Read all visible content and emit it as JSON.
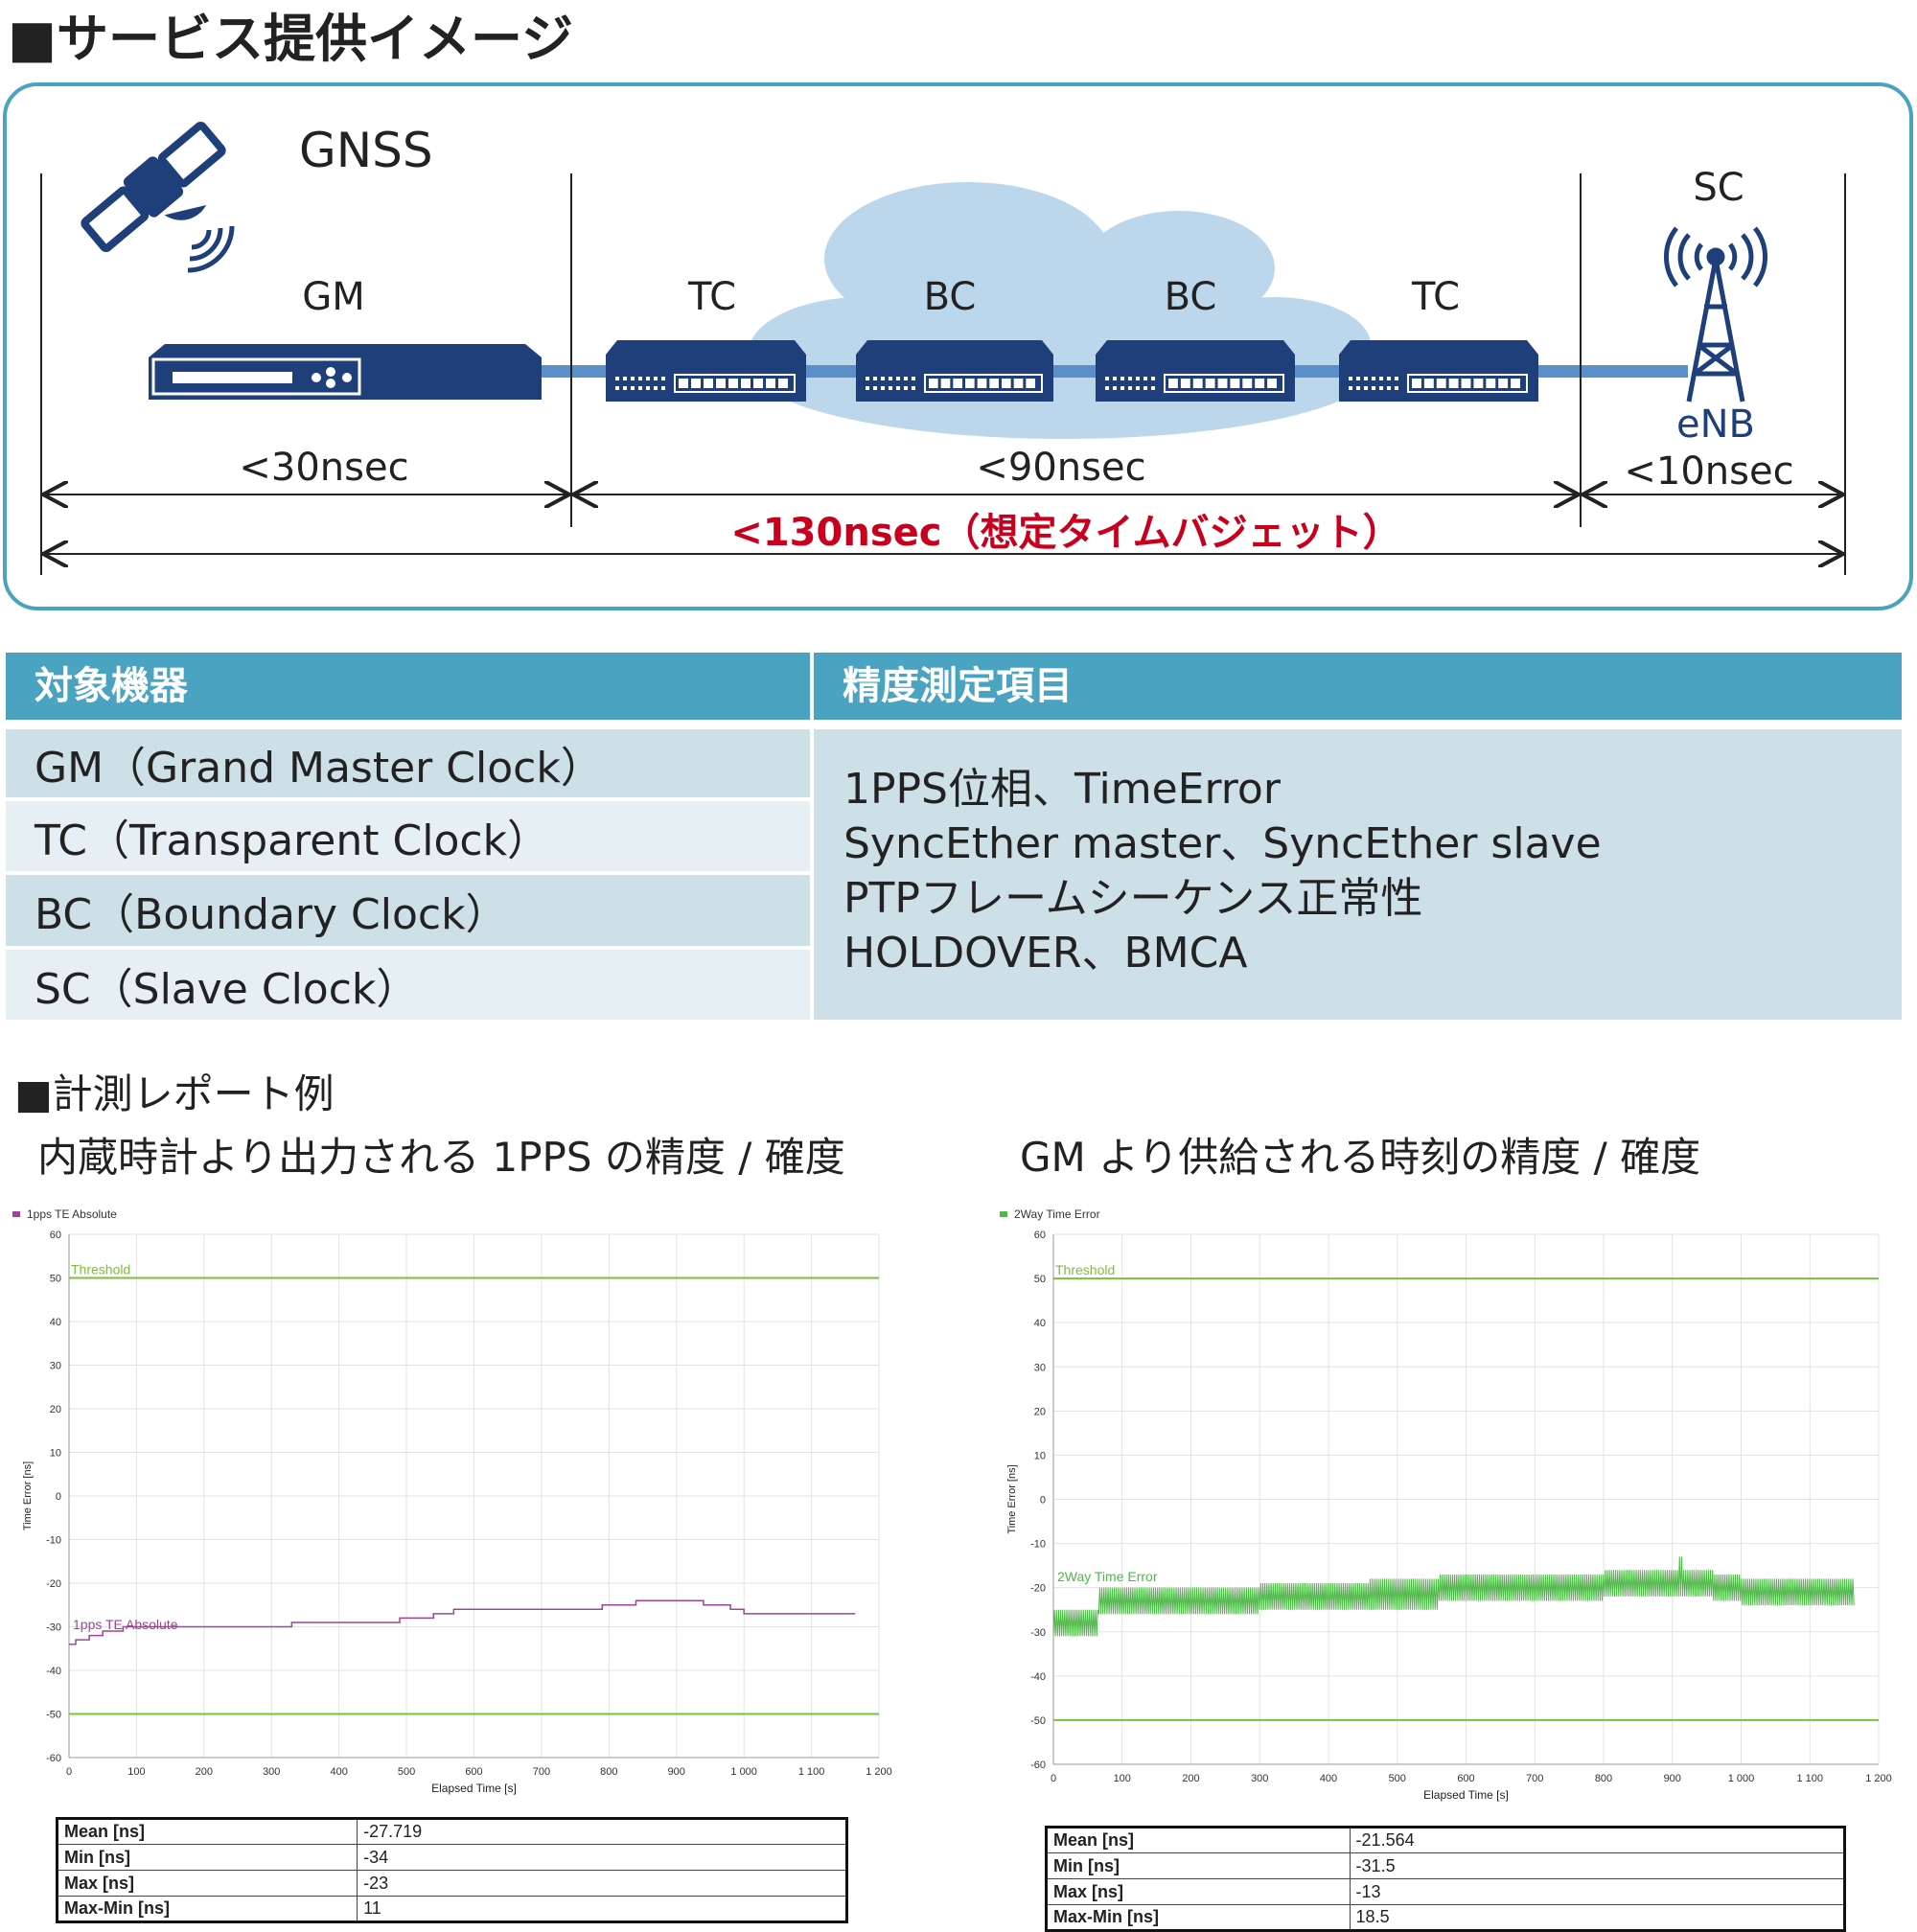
{
  "title": "■サービス提供イメージ",
  "diagram": {
    "gnss": "GNSS",
    "gm": "GM",
    "tc1": "TC",
    "bc1": "BC",
    "bc2": "BC",
    "tc2": "TC",
    "sc": "SC",
    "enb": "eNB",
    "seg1": "<30nsec",
    "seg2": "<90nsec",
    "seg3": "<10nsec",
    "total": "<130nsec（想定タイムバジェット）",
    "colors": {
      "frame": "#4aa3bf",
      "device": "#1f3f7a",
      "cloud": "#bcd6ec",
      "link": "#5b8fc9",
      "budget": "#c8001e"
    }
  },
  "table": {
    "headers": [
      "対象機器",
      "精度測定項目"
    ],
    "devices": [
      "GM（Grand Master Clock）",
      "TC（Transparent Clock）",
      "BC（Boundary Clock）",
      "SC（Slave Clock）"
    ],
    "items": [
      "1PPS位相、TimeError",
      "SyncEther master、SyncEther slave",
      "PTPフレームシーケンス正常性",
      "HOLDOVER、BMCA"
    ]
  },
  "report": {
    "heading": "■計測レポート例",
    "sub_left": "内蔵時計より出力される 1PPS の精度 / 確度",
    "sub_right": "GM より供給される時刻の精度 / 確度"
  },
  "chart_data": [
    {
      "type": "line",
      "legend": "1pps TE Absolute",
      "series_label": "1pps TE Absolute",
      "threshold_label": "Threshold",
      "xlabel": "Elapsed Time [s]",
      "ylabel": "Time Error [ns]",
      "xlim": [
        0,
        1200
      ],
      "ylim": [
        -60,
        60
      ],
      "xticks": [
        "0",
        "100",
        "200",
        "300",
        "400",
        "500",
        "600",
        "700",
        "800",
        "900",
        "1 000",
        "1 100",
        "1 200"
      ],
      "yticks": [
        "60",
        "50",
        "40",
        "30",
        "20",
        "10",
        "0",
        "-10",
        "-20",
        "-30",
        "-40",
        "-50",
        "-60"
      ],
      "thresholds": [
        50,
        -50
      ],
      "color": "#a0449a",
      "points": [
        [
          0,
          -34
        ],
        [
          10,
          -33
        ],
        [
          30,
          -32
        ],
        [
          50,
          -31
        ],
        [
          80,
          -30
        ],
        [
          240,
          -30
        ],
        [
          330,
          -29
        ],
        [
          490,
          -28
        ],
        [
          540,
          -27
        ],
        [
          570,
          -26
        ],
        [
          790,
          -25
        ],
        [
          840,
          -24
        ],
        [
          940,
          -25
        ],
        [
          980,
          -26
        ],
        [
          1000,
          -27
        ],
        [
          1165,
          -27
        ]
      ],
      "stats": [
        [
          "Mean [ns]",
          "-27.719"
        ],
        [
          "Min [ns]",
          "-34"
        ],
        [
          "Max [ns]",
          "-23"
        ],
        [
          "Max-Min [ns]",
          "11"
        ]
      ]
    },
    {
      "type": "area",
      "legend": "2Way Time Error",
      "series_label": "2Way Time Error",
      "threshold_label": "Threshold",
      "xlabel": "Elapsed Time [s]",
      "ylabel": "Time Error [ns]",
      "xlim": [
        0,
        1200
      ],
      "ylim": [
        -60,
        60
      ],
      "xticks": [
        "0",
        "100",
        "200",
        "300",
        "400",
        "500",
        "600",
        "700",
        "800",
        "900",
        "1 000",
        "1 100",
        "1 200"
      ],
      "yticks": [
        "60",
        "50",
        "40",
        "30",
        "20",
        "10",
        "0",
        "-10",
        "-20",
        "-30",
        "-40",
        "-50",
        "-60"
      ],
      "thresholds": [
        50,
        -50
      ],
      "color": "#4fb848",
      "bands": [
        [
          0,
          -31,
          -25
        ],
        [
          60,
          -31,
          -25
        ],
        [
          65,
          -26,
          -20
        ],
        [
          300,
          -25,
          -19
        ],
        [
          460,
          -25,
          -18
        ],
        [
          560,
          -23,
          -17
        ],
        [
          800,
          -22,
          -16
        ],
        [
          905,
          -22,
          -16
        ],
        [
          910,
          -22,
          -13
        ],
        [
          915,
          -22,
          -16
        ],
        [
          960,
          -23,
          -17
        ],
        [
          1000,
          -24,
          -18
        ],
        [
          1165,
          -24,
          -18
        ]
      ],
      "stats": [
        [
          "Mean [ns]",
          "-21.564"
        ],
        [
          "Min [ns]",
          "-31.5"
        ],
        [
          "Max [ns]",
          "-13"
        ],
        [
          "Max-Min [ns]",
          "18.5"
        ]
      ]
    }
  ]
}
